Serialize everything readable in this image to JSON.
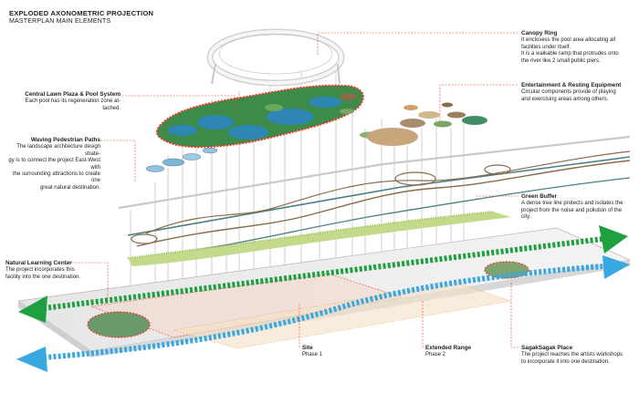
{
  "header": {
    "title": "EXPLODED AXONOMETRIC PROJECTION",
    "subtitle": "MASTERPLAN MAIN ELEMENTS"
  },
  "labels": {
    "canopy": {
      "heading": "Canopy Ring",
      "text": "It enclosess the pool area allocating all\nfacilities under itself.\nIt is a walkable ramp that protrudes onto\nthe river like 2 small public piers."
    },
    "lawn": {
      "heading": "Central Lawn Plaza & Pool System",
      "text": "Each pool has its regeneration zone at-\ntached."
    },
    "entertainment": {
      "heading": "Entertainment & Resting Equipment",
      "text": "Circular components provide of  playing\nand exercising areas among others."
    },
    "paths": {
      "heading": "Waving Pedestrian Paths",
      "text": "The landscape architecture design strate-\ngy is to connect the project East-West with\nthe surrounding attractions to create one\ngreat natural destination."
    },
    "buffer": {
      "heading": "Green Buffer",
      "text": "A dense tree line protects and isolates the\nproject from the noise and pollution of the\ncity."
    },
    "learning": {
      "heading": "Natural Learning Center",
      "text": "The project incorporates this\nfacility into the one destination."
    },
    "site": {
      "heading": "Site",
      "text": "Phase 1"
    },
    "extended": {
      "heading": "Extended Range",
      "text": "Phase 2"
    },
    "sagak": {
      "heading": "SagakSagak Place",
      "text": "The project reaches the artists workshops\nto incorporate it into one destination."
    }
  },
  "colors": {
    "accent_red": "#e8392c",
    "green_arrow": "#1fa040",
    "blue_arrow": "#39a7e0",
    "path_brown": "#8a6a48",
    "path_teal": "#4a7f83",
    "tree_green": "#b7d27a",
    "pool_blue": "#2e86b5",
    "lawn_green": "#3d8a4a"
  }
}
